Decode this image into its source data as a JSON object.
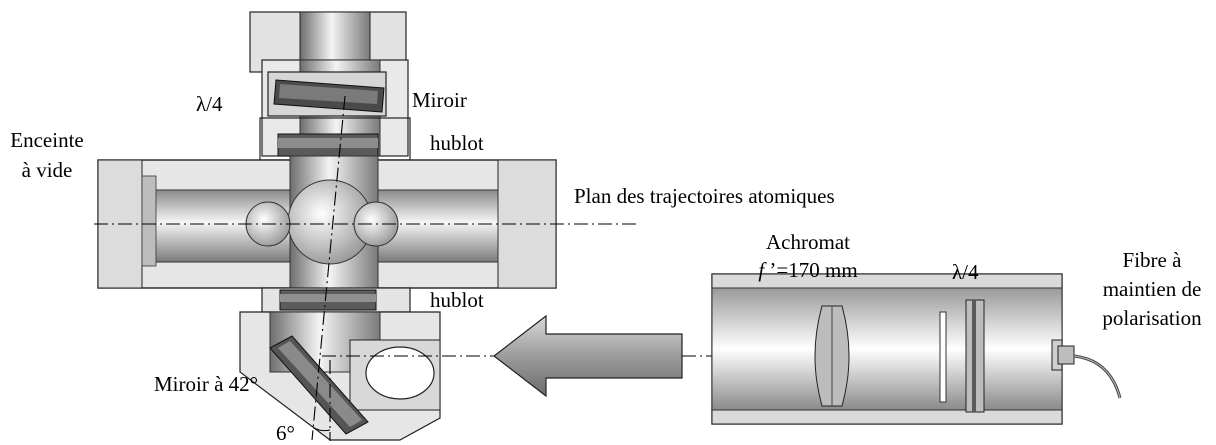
{
  "labels": {
    "quarter_wave_top": "λ/4",
    "mirror_top": "Miroir",
    "chamber_line1": "Enceinte",
    "chamber_line2": "à vide",
    "window_top": "hublot",
    "atomic_plane": "Plan des trajectoires atomiques",
    "window_bottom": "hublot",
    "mirror_42": "Miroir à 42°",
    "angle_6": "6°",
    "achromat_line1": "Achromat",
    "achromat_f": "f",
    "achromat_focal": " ’=170 mm",
    "quarter_wave_right": "λ/4",
    "fiber_line1": "Fibre à",
    "fiber_line2": "maintien de",
    "fiber_line3": "polarisation"
  },
  "colors": {
    "metal_light": "#efefef",
    "metal_mid": "#bdbdbd",
    "metal_dark": "#5a5a5a",
    "outline": "#222222",
    "arrow_fill": "#9a9a9a"
  }
}
